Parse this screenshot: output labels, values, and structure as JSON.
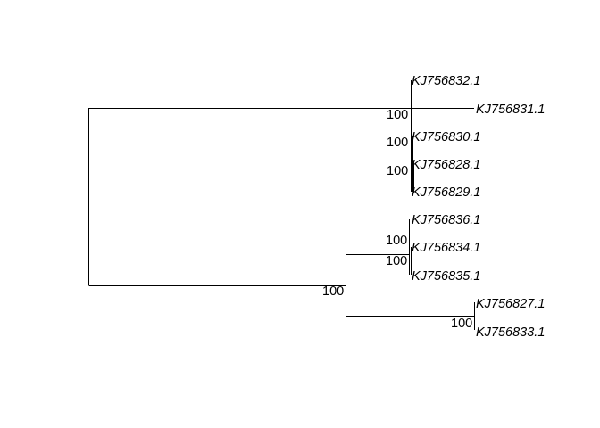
{
  "tree": {
    "tips": [
      "KJ756832.1",
      "KJ756831.1",
      "KJ756830.1",
      "KJ756828.1",
      "KJ756829.1",
      "KJ756836.1",
      "KJ756834.1",
      "KJ756835.1",
      "KJ756827.1",
      "KJ756833.1"
    ],
    "supports": [
      "100",
      "100",
      "100",
      "100",
      "100",
      "100",
      "100"
    ],
    "colors": {
      "line": "#000000",
      "text": "#000000",
      "background": "#ffffff"
    }
  }
}
